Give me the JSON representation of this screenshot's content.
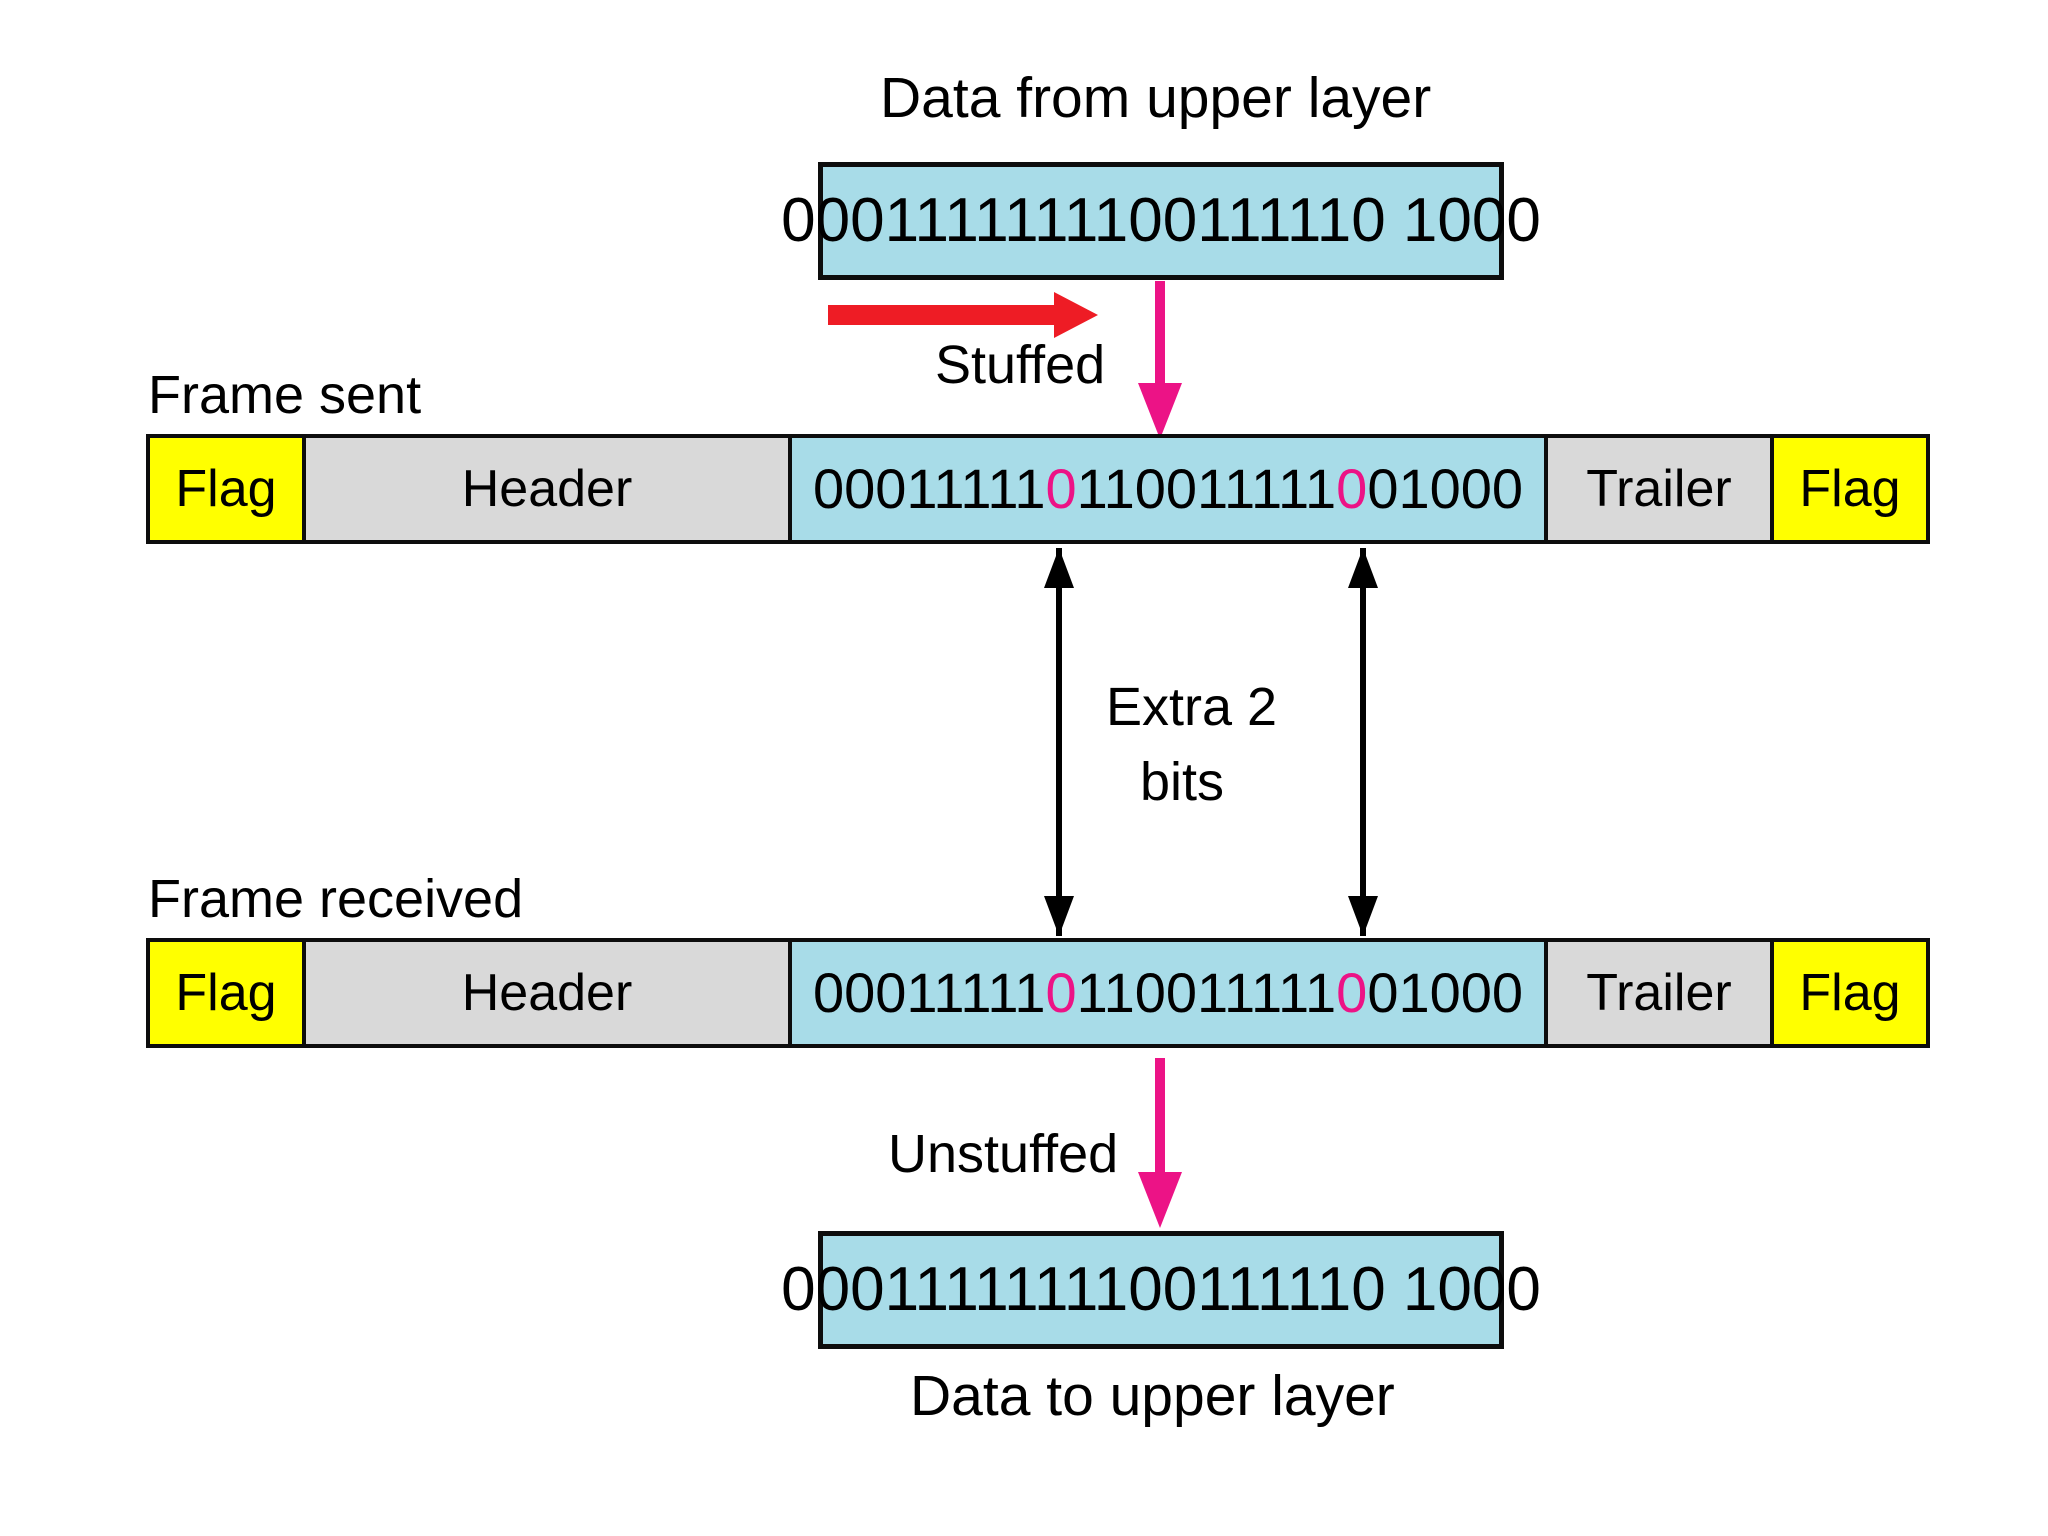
{
  "diagram": {
    "title": "Bit stuffing and unstuffing",
    "colors": {
      "data_fill": "#a8dce8",
      "flag_fill": "#ffff00",
      "header_fill": "#d9d9d9",
      "stuffed_bit": "#ec1386",
      "red_arrow": "#ee1c25",
      "pink_arrow": "#ec1386",
      "outline": "#0d0d0d",
      "shadow": "#3a3a3a"
    }
  },
  "top": {
    "caption": "Data from upper layer",
    "bits": "0001111111100111110 1000"
  },
  "stuffed": {
    "label": "Stuffed",
    "red_arrow_icon": "right-arrow-icon",
    "pink_arrow_icon": "down-arrow-icon"
  },
  "frame_sent": {
    "side_label": "Frame sent",
    "cells": {
      "flag_left": "Flag",
      "header": "Header",
      "trailer": "Trailer",
      "flag_right": "Flag"
    },
    "data_segments": [
      {
        "text": "00011111",
        "stuffed": false
      },
      {
        "text": "0",
        "stuffed": true
      },
      {
        "text": "1100",
        "stuffed": false
      },
      {
        "text": "11111",
        "stuffed": false
      },
      {
        "text": "0",
        "stuffed": true
      },
      {
        "text": "01000",
        "stuffed": false
      }
    ]
  },
  "extra": {
    "line1": "Extra 2",
    "line2": "bits"
  },
  "frame_received": {
    "side_label": "Frame received",
    "cells": {
      "flag_left": "Flag",
      "header": "Header",
      "trailer": "Trailer",
      "flag_right": "Flag"
    },
    "data_segments": [
      {
        "text": "00011111",
        "stuffed": false
      },
      {
        "text": "0",
        "stuffed": true
      },
      {
        "text": "1100",
        "stuffed": false
      },
      {
        "text": "11111",
        "stuffed": false
      },
      {
        "text": "0",
        "stuffed": true
      },
      {
        "text": "01000",
        "stuffed": false
      }
    ]
  },
  "unstuffed": {
    "label": "Unstuffed",
    "pink_arrow_icon": "down-arrow-icon"
  },
  "bottom": {
    "bits": "0001111111100111110 1000",
    "caption": "Data to upper layer"
  }
}
